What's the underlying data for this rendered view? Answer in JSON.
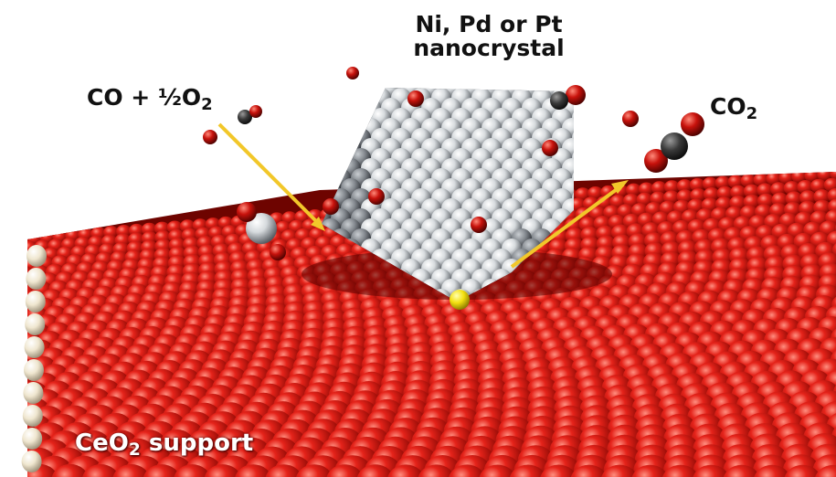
{
  "labels": {
    "crystal_line1": "Ni, Pd or Pt",
    "crystal_line2": "nanocrystal",
    "reactant_prefix": "CO + ½O",
    "reactant_sub": "2",
    "product_prefix": "CO",
    "product_sub": "2",
    "support_prefix": "CeO",
    "support_sub": "2",
    "support_suffix": " support"
  },
  "colors": {
    "support_atom": "#d8150c",
    "support_shadow": "#6e0400",
    "metal_atom": "#d9dde0",
    "metal_shadow": "#4a4f55",
    "oxygen": "#c0100c",
    "carbon": "#2a2a2a",
    "arrow": "#f2c72a",
    "edge_atom": "#efe6cf",
    "interface_atom": "#f4e010"
  }
}
